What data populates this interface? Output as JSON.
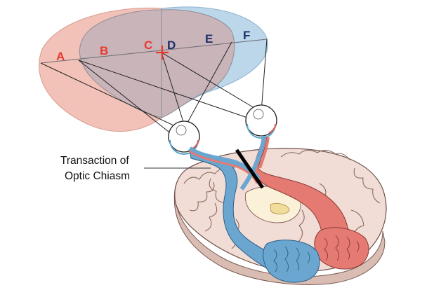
{
  "field_labels": [
    {
      "id": "A",
      "text": "A",
      "color": "#e8392e"
    },
    {
      "id": "B",
      "text": "B",
      "color": "#e8392e"
    },
    {
      "id": "C",
      "text": "C",
      "color": "#e8392e"
    },
    {
      "id": "D",
      "text": "D",
      "color": "#1f2f6b"
    },
    {
      "id": "E",
      "text": "E",
      "color": "#1f2f6b"
    },
    {
      "id": "F",
      "text": "F",
      "color": "#1f2f6b"
    }
  ],
  "caption": {
    "line1": "Transaction of",
    "line2": "Optic Chiasm"
  },
  "colors": {
    "left_field": "#f2c2b8",
    "right_field": "#bcd6ea",
    "overlap": "#cbb7bb",
    "red_pathway": "#e57a72",
    "blue_pathway": "#6aa6d0",
    "brain_tissue": "#f1ddd6",
    "lesion": "#000000"
  },
  "icons": [
    "fixation-cross-icon",
    "left-eye-icon",
    "right-eye-icon",
    "lesion-cut-icon"
  ]
}
